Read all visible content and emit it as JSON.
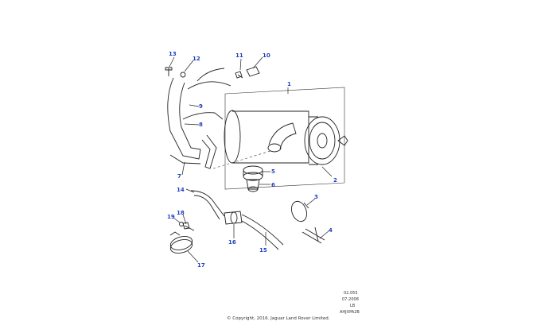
{
  "callouts": {
    "c1": "1",
    "c2": "2",
    "c3": "3",
    "c4": "4",
    "c5": "5",
    "c6": "6",
    "c7": "7",
    "c8": "8",
    "c9": "9",
    "c10": "10",
    "c11": "11",
    "c12": "12",
    "c13": "13",
    "c14": "14",
    "c15": "15",
    "c16": "16",
    "c17": "17",
    "c18": "18",
    "c19": "19"
  },
  "reference": {
    "code": "02.055",
    "date": "07-2008",
    "lang": "LB",
    "image_id": "AHJXPA2B"
  },
  "copyright": "© Copyright, 2016. Jaguar Land Rover Limited.",
  "colors": {
    "callout": "#1f3fbf",
    "line": "#222222"
  }
}
